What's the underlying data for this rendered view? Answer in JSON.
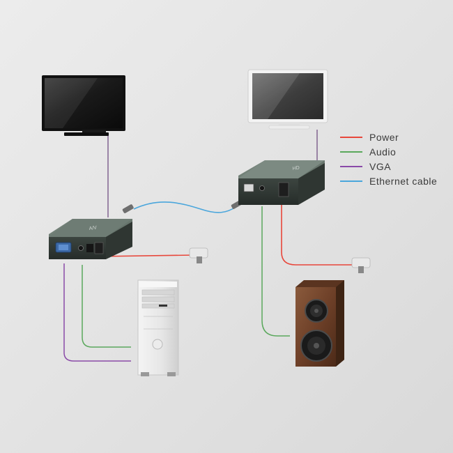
{
  "legend": {
    "items": [
      {
        "label": "Power",
        "color": "#e8463a"
      },
      {
        "label": "Audio",
        "color": "#5aa85c"
      },
      {
        "label": "VGA",
        "color": "#8a4aa8"
      },
      {
        "label": "Ethernet cable",
        "color": "#4aa6dc"
      }
    ]
  },
  "devices": {
    "left_monitor": "left-monitor",
    "right_monitor": "right-monitor",
    "transmitter": "transmitter-box",
    "receiver": "receiver-box",
    "computer": "desktop-computer",
    "speaker": "speaker"
  },
  "colors": {
    "power": "#e8463a",
    "audio": "#5aa85c",
    "vga": "#8a4aa8",
    "ethernet": "#4aa6dc",
    "vga_monitor_line": "#7a5a8a"
  }
}
